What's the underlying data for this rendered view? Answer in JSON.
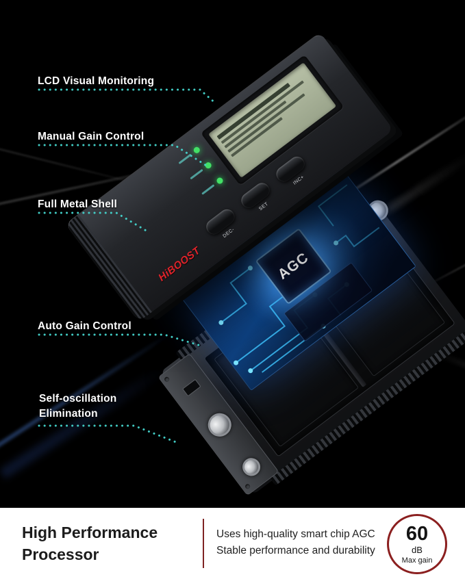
{
  "callouts": {
    "lcd": "LCD Visual Monitoring",
    "gain": "Manual Gain Control",
    "shell": "Full Metal Shell",
    "agc": "Auto Gain Control",
    "osc1": "Self-oscillation",
    "osc2": "Elimination"
  },
  "device": {
    "logo": "HiBOOST",
    "chip_label": "AGC",
    "buttons": [
      "DEC-",
      "SET",
      "INC+"
    ]
  },
  "footer": {
    "title_line1": "High Performance",
    "title_line2": "Processor",
    "desc_line1": "Uses high-quality smart chip AGC",
    "desc_line2": "Stable performance and durability",
    "badge_value": "60",
    "badge_unit": "dB",
    "badge_caption": "Max gain"
  },
  "colors": {
    "accent_teal": "#45d5cd",
    "brand_red": "#e0242b",
    "badge_red": "#8b1f1f",
    "led_green": "#43e066",
    "board_blue": "#0d3f7d"
  }
}
